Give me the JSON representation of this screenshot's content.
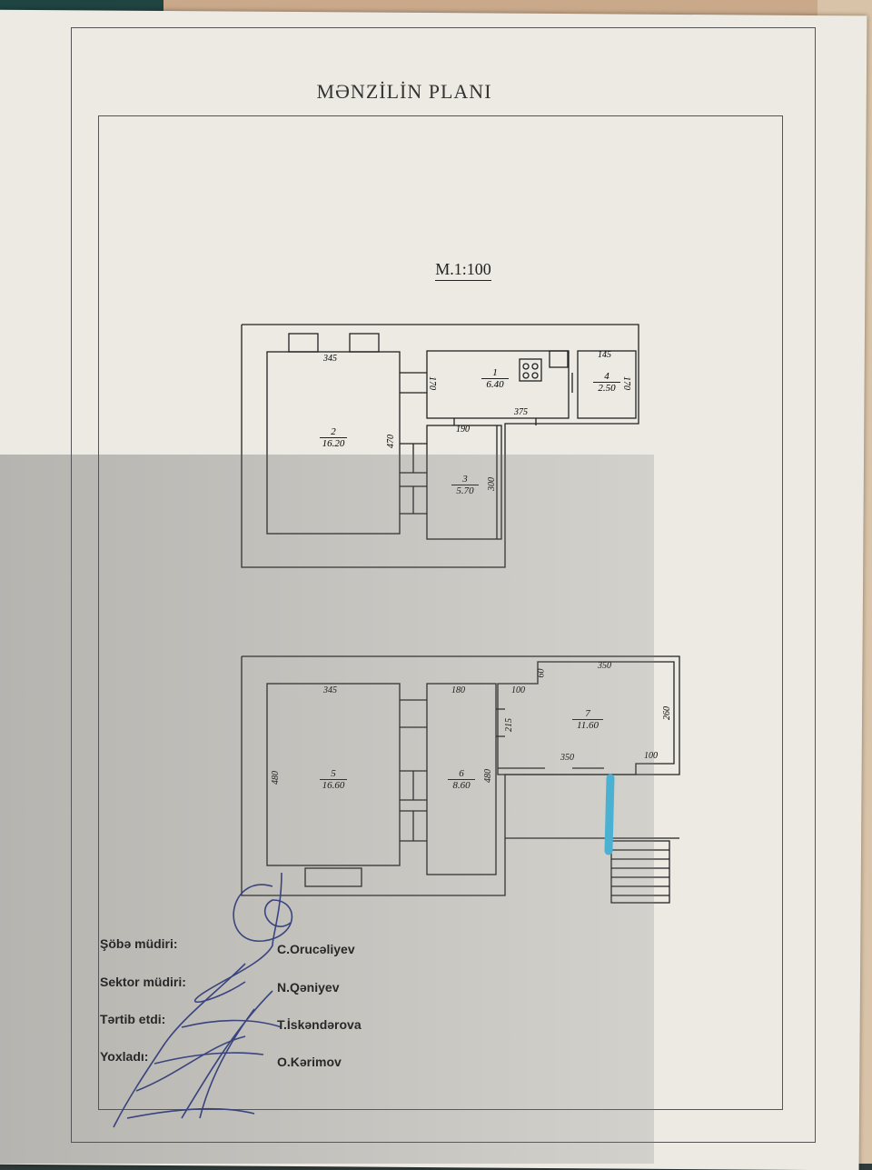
{
  "document": {
    "title": "MƏNZİLİN PLANI",
    "scale": "M.1:100"
  },
  "plan_upper": {
    "rooms": [
      {
        "number": "1",
        "area": "6.40"
      },
      {
        "number": "2",
        "area": "16.20"
      },
      {
        "number": "3",
        "area": "5.70"
      },
      {
        "number": "4",
        "area": "2.50"
      }
    ],
    "dimensions": {
      "room2_width": "345",
      "room2_height": "470",
      "room1_height": "170",
      "room1_width": "375",
      "room3_width": "190",
      "room3_height": "300",
      "room4_width": "145",
      "room4_height": "170"
    }
  },
  "plan_lower": {
    "rooms": [
      {
        "number": "5",
        "area": "16.60"
      },
      {
        "number": "6",
        "area": "8.60"
      },
      {
        "number": "7",
        "area": "11.60"
      }
    ],
    "dimensions": {
      "room5_width": "345",
      "room5_height": "480",
      "room6_width": "180",
      "room6_height": "480",
      "room7_top": "350",
      "room7_left_top": "60",
      "room7_left_width": "100",
      "room7_left_height": "215",
      "room7_right": "260",
      "room7_bottom": "350",
      "room7_bottom_right": "100"
    }
  },
  "signatures": [
    {
      "role": "Şöbə müdiri:",
      "name": "C.Orucəliyev"
    },
    {
      "role": "Sektor müdiri:",
      "name": "N.Qəniyev"
    },
    {
      "role": "Tərtib etdi:",
      "name": "T.İskəndərova"
    },
    {
      "role": "Yoxladı:",
      "name": "O.Kərimov"
    }
  ],
  "colors": {
    "paper": "#eceae3",
    "ink": "#222222",
    "signature_ink": "#2b3a8f",
    "highlight": "#3fc3ef"
  }
}
